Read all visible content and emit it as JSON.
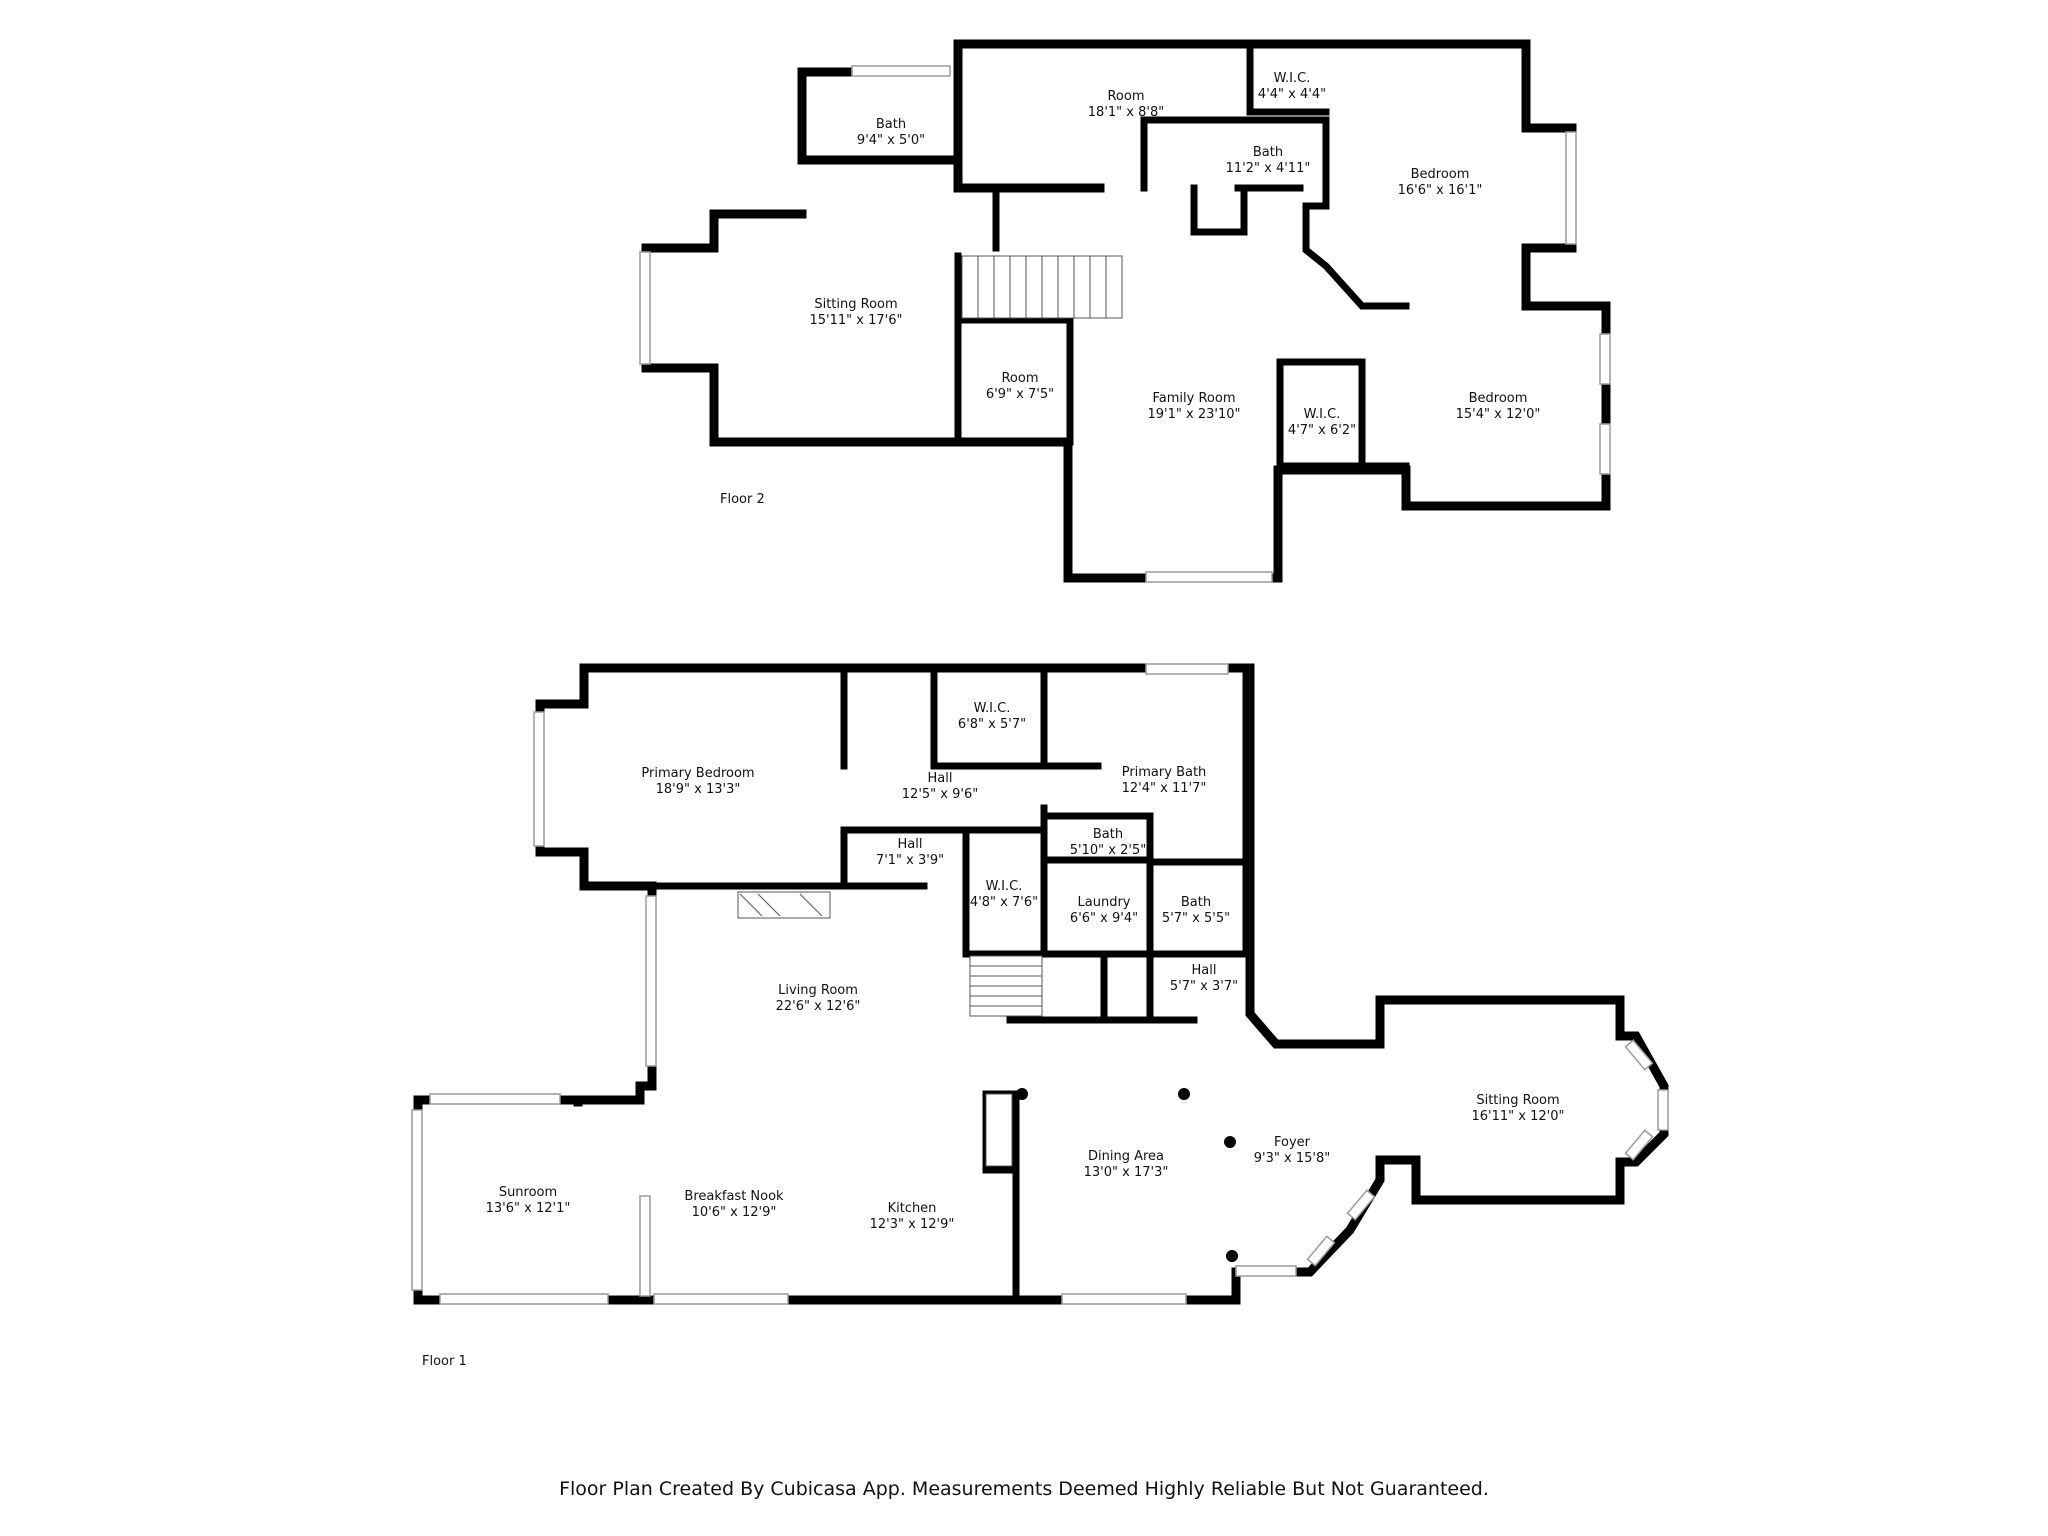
{
  "floors": {
    "floor2_label": "Floor 2",
    "floor1_label": "Floor 1"
  },
  "rooms": {
    "f2_bath_a": {
      "name": "Bath",
      "size": "9'4\" x 5'0\""
    },
    "f2_room_a": {
      "name": "Room",
      "size": "18'1\" x 8'8\""
    },
    "f2_wic_a": {
      "name": "W.I.C.",
      "size": "4'4\" x 4'4\""
    },
    "f2_bath_b": {
      "name": "Bath",
      "size": "11'2\" x 4'11\""
    },
    "f2_bedroom_a": {
      "name": "Bedroom",
      "size": "16'6\" x 16'1\""
    },
    "f2_sitting": {
      "name": "Sitting Room",
      "size": "15'11\" x 17'6\""
    },
    "f2_room_b": {
      "name": "Room",
      "size": "6'9\" x 7'5\""
    },
    "f2_family": {
      "name": "Family Room",
      "size": "19'1\" x 23'10\""
    },
    "f2_wic_b": {
      "name": "W.I.C.",
      "size": "4'7\" x 6'2\""
    },
    "f2_bedroom_b": {
      "name": "Bedroom",
      "size": "15'4\" x 12'0\""
    },
    "f1_primary_bed": {
      "name": "Primary Bedroom",
      "size": "18'9\" x 13'3\""
    },
    "f1_wic_a": {
      "name": "W.I.C.",
      "size": "6'8\" x 5'7\""
    },
    "f1_hall_a": {
      "name": "Hall",
      "size": "12'5\" x 9'6\""
    },
    "f1_primary_bath": {
      "name": "Primary Bath",
      "size": "12'4\" x 11'7\""
    },
    "f1_hall_b": {
      "name": "Hall",
      "size": "7'1\" x 3'9\""
    },
    "f1_bath_a": {
      "name": "Bath",
      "size": "5'10\" x 2'5\""
    },
    "f1_wic_b": {
      "name": "W.I.C.",
      "size": "4'8\" x 7'6\""
    },
    "f1_laundry": {
      "name": "Laundry",
      "size": "6'6\" x 9'4\""
    },
    "f1_bath_b": {
      "name": "Bath",
      "size": "5'7\" x 5'5\""
    },
    "f1_hall_c": {
      "name": "Hall",
      "size": "5'7\" x 3'7\""
    },
    "f1_living": {
      "name": "Living Room",
      "size": "22'6\" x 12'6\""
    },
    "f1_sitting": {
      "name": "Sitting Room",
      "size": "16'11\" x 12'0\""
    },
    "f1_foyer": {
      "name": "Foyer",
      "size": "9'3\" x 15'8\""
    },
    "f1_dining": {
      "name": "Dining Area",
      "size": "13'0\" x 17'3\""
    },
    "f1_sunroom": {
      "name": "Sunroom",
      "size": "13'6\" x 12'1\""
    },
    "f1_breakfast": {
      "name": "Breakfast Nook",
      "size": "10'6\" x 12'9\""
    },
    "f1_kitchen": {
      "name": "Kitchen",
      "size": "12'3\" x 12'9\""
    }
  },
  "footer_note": "Floor Plan Created By Cubicasa App. Measurements Deemed Highly Reliable But Not Guaranteed."
}
